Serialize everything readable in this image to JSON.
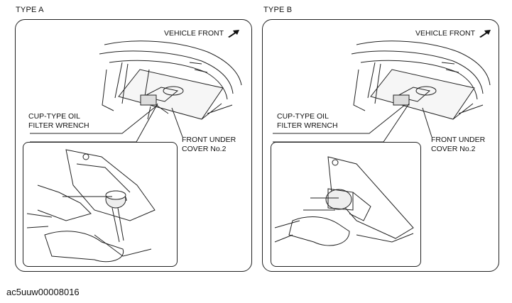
{
  "panels": [
    {
      "type_label": "TYPE A",
      "vehicle_front": "VEHICLE FRONT",
      "wrench_label_line1": "CUP-TYPE OIL",
      "wrench_label_line2": "FILTER WRENCH",
      "cover_label_line1": "FRONT UNDER",
      "cover_label_line2": "COVER No.2"
    },
    {
      "type_label": "TYPE B",
      "vehicle_front": "VEHICLE FRONT",
      "wrench_label_line1": "CUP-TYPE OIL",
      "wrench_label_line2": "FILTER WRENCH",
      "cover_label_line1": "FRONT UNDER",
      "cover_label_line2": "COVER No.2"
    }
  ],
  "caption": "ac5uuw00008016",
  "icons": {
    "direction_arrow": "arrow-up-right-icon"
  }
}
